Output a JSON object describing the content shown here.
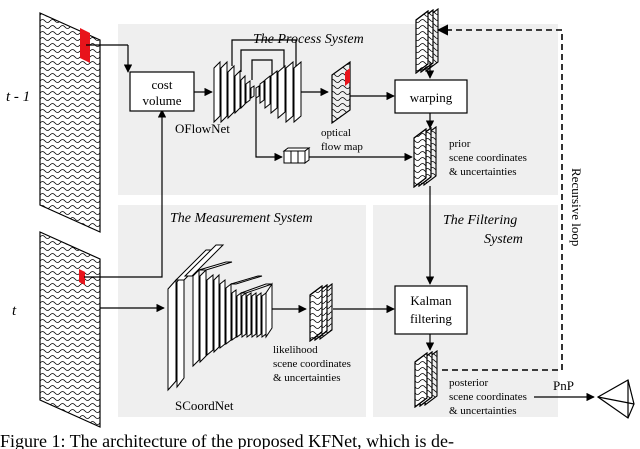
{
  "panels": {
    "process": "The Process System",
    "measurement": "The Measurement System",
    "filtering_line1": "The Filtering",
    "filtering_line2": "System"
  },
  "frames": {
    "prev": "t - 1",
    "curr": "t"
  },
  "blocks": {
    "cost_volume_line1": "cost",
    "cost_volume_line2": "volume",
    "warping": "warping",
    "kalman_line1": "Kalman",
    "kalman_line2": "filtering"
  },
  "networks": {
    "oflownet": "OFlowNet",
    "scoordnet": "SCoordNet"
  },
  "annotations": {
    "optical_line1": "optical",
    "optical_line2": "flow map",
    "prior_line1": "prior",
    "prior_line2": "scene coordinates",
    "prior_line3": "& uncertainties",
    "likelihood_line1": "likelihood",
    "likelihood_line2": "scene coordinates",
    "likelihood_line3": "& uncertainties",
    "posterior_line1": "posterior",
    "posterior_line2": "scene coordinates",
    "posterior_line3": "& uncertainties",
    "recursive": "Recursive loop",
    "pnp": "PnP"
  },
  "caption": "Figure 1: The architecture of the proposed KFNet, which is de-",
  "colors": {
    "panel": "#efefef",
    "accent": "#e8141b",
    "line": "#000000"
  }
}
